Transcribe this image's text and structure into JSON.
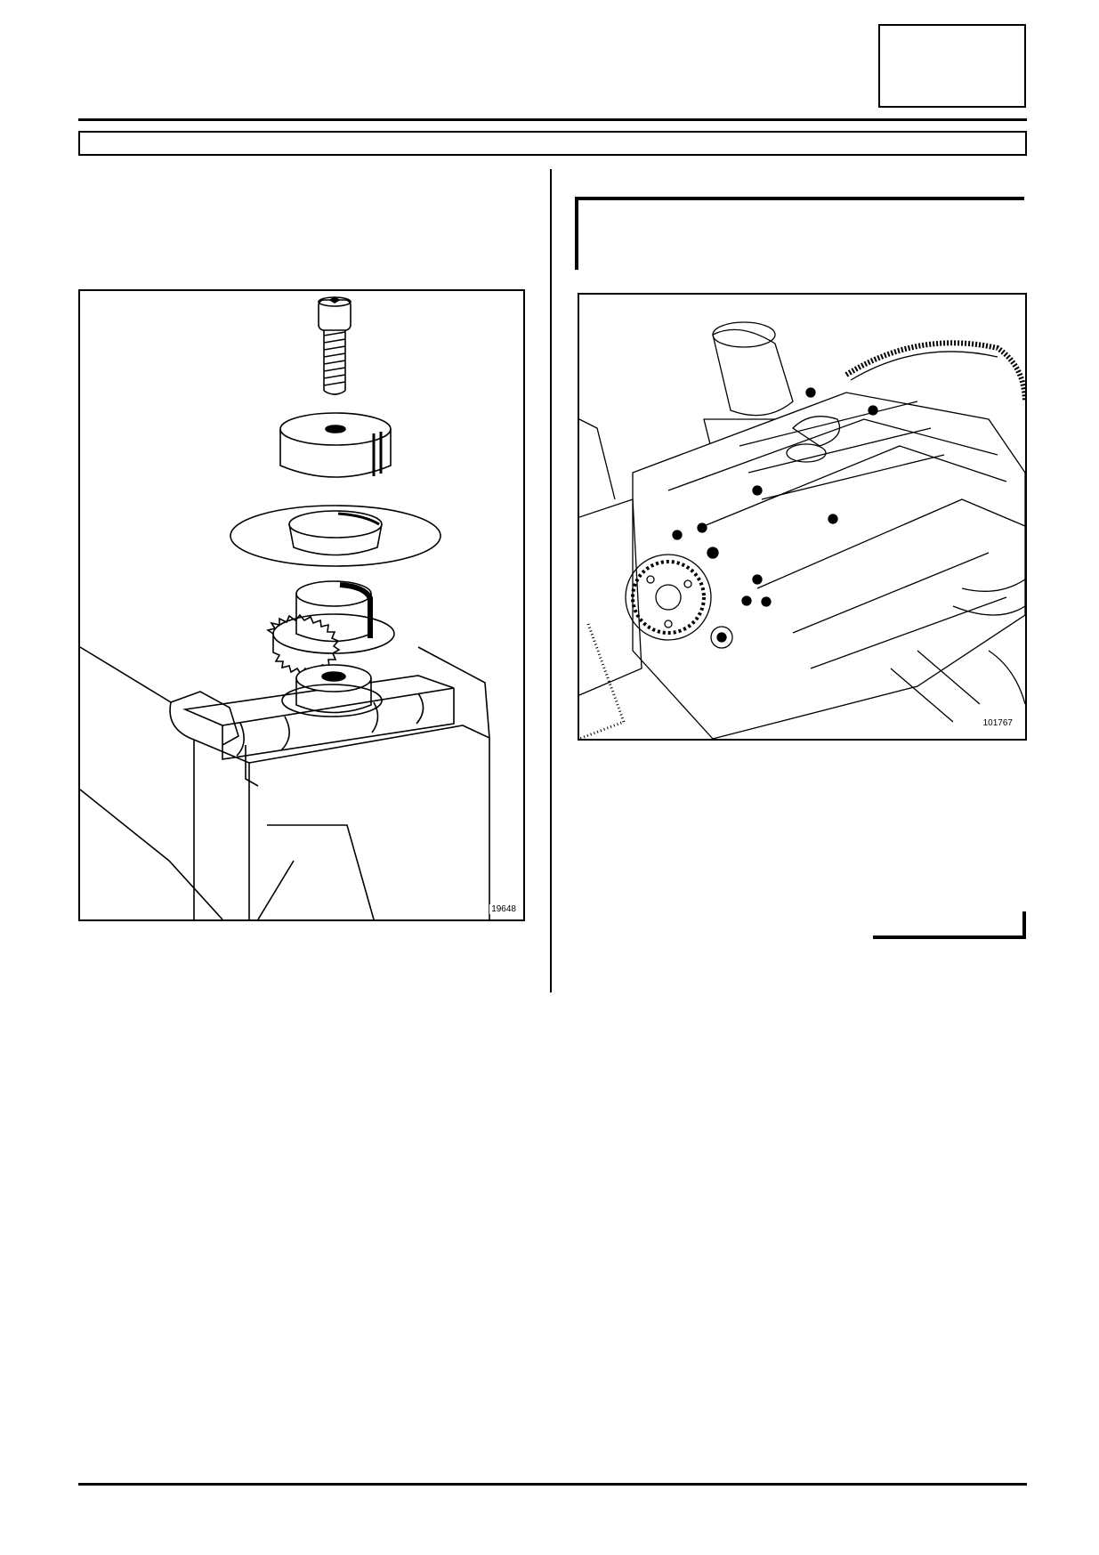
{
  "figures": [
    {
      "ref_number": "19648",
      "subject": "sprocket-press-tool-exploded-in-vice"
    },
    {
      "ref_number": "101767",
      "subject": "engine-top-view-with-camshaft-sprocket"
    }
  ]
}
